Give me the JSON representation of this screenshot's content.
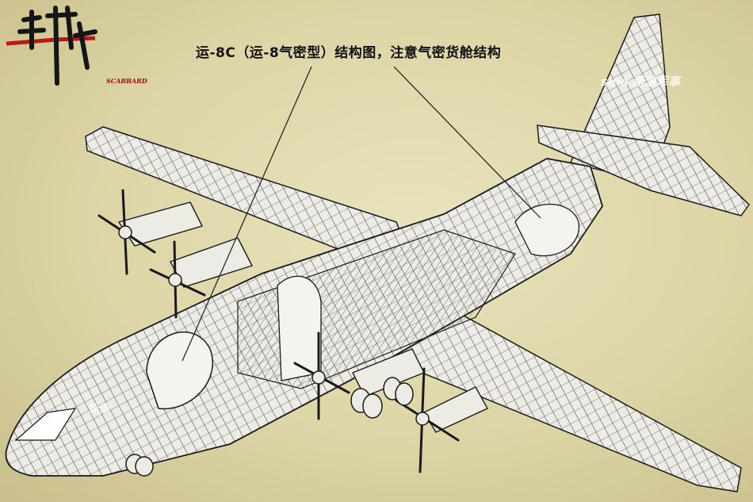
{
  "caption": "运-8C（运-8气密型）结构图，注意气密货舱结构",
  "logo": {
    "mark": "出鞘",
    "text": "SCABBARD"
  },
  "watermark": {
    "top_right": "sina 新浪军事",
    "bottom_left": "新浪"
  },
  "colors": {
    "background": "#ddd5a6",
    "ink": "#1a1a1a",
    "logo_red": "#b81818",
    "aircraft_fill": "#ecebe4"
  }
}
